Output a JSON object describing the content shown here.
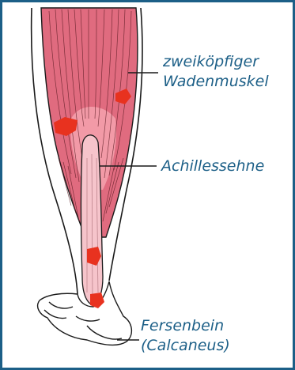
{
  "figure": {
    "labels": {
      "muscle_line1": "zweiköpfiger",
      "muscle_line2": "Wadenmuskel",
      "tendon": "Achillessehne",
      "heel_line1": "Fersenbein",
      "heel_line2": "(Calcaneus)"
    },
    "colors": {
      "frame": "#1c5f87",
      "label_text": "#1c5f87",
      "muscle": "#e06b7f",
      "muscle_light": "#f29aa7",
      "tendon": "#f6c4cb",
      "pain_marks": "#e8321f",
      "outline": "#1a1a1a"
    }
  }
}
